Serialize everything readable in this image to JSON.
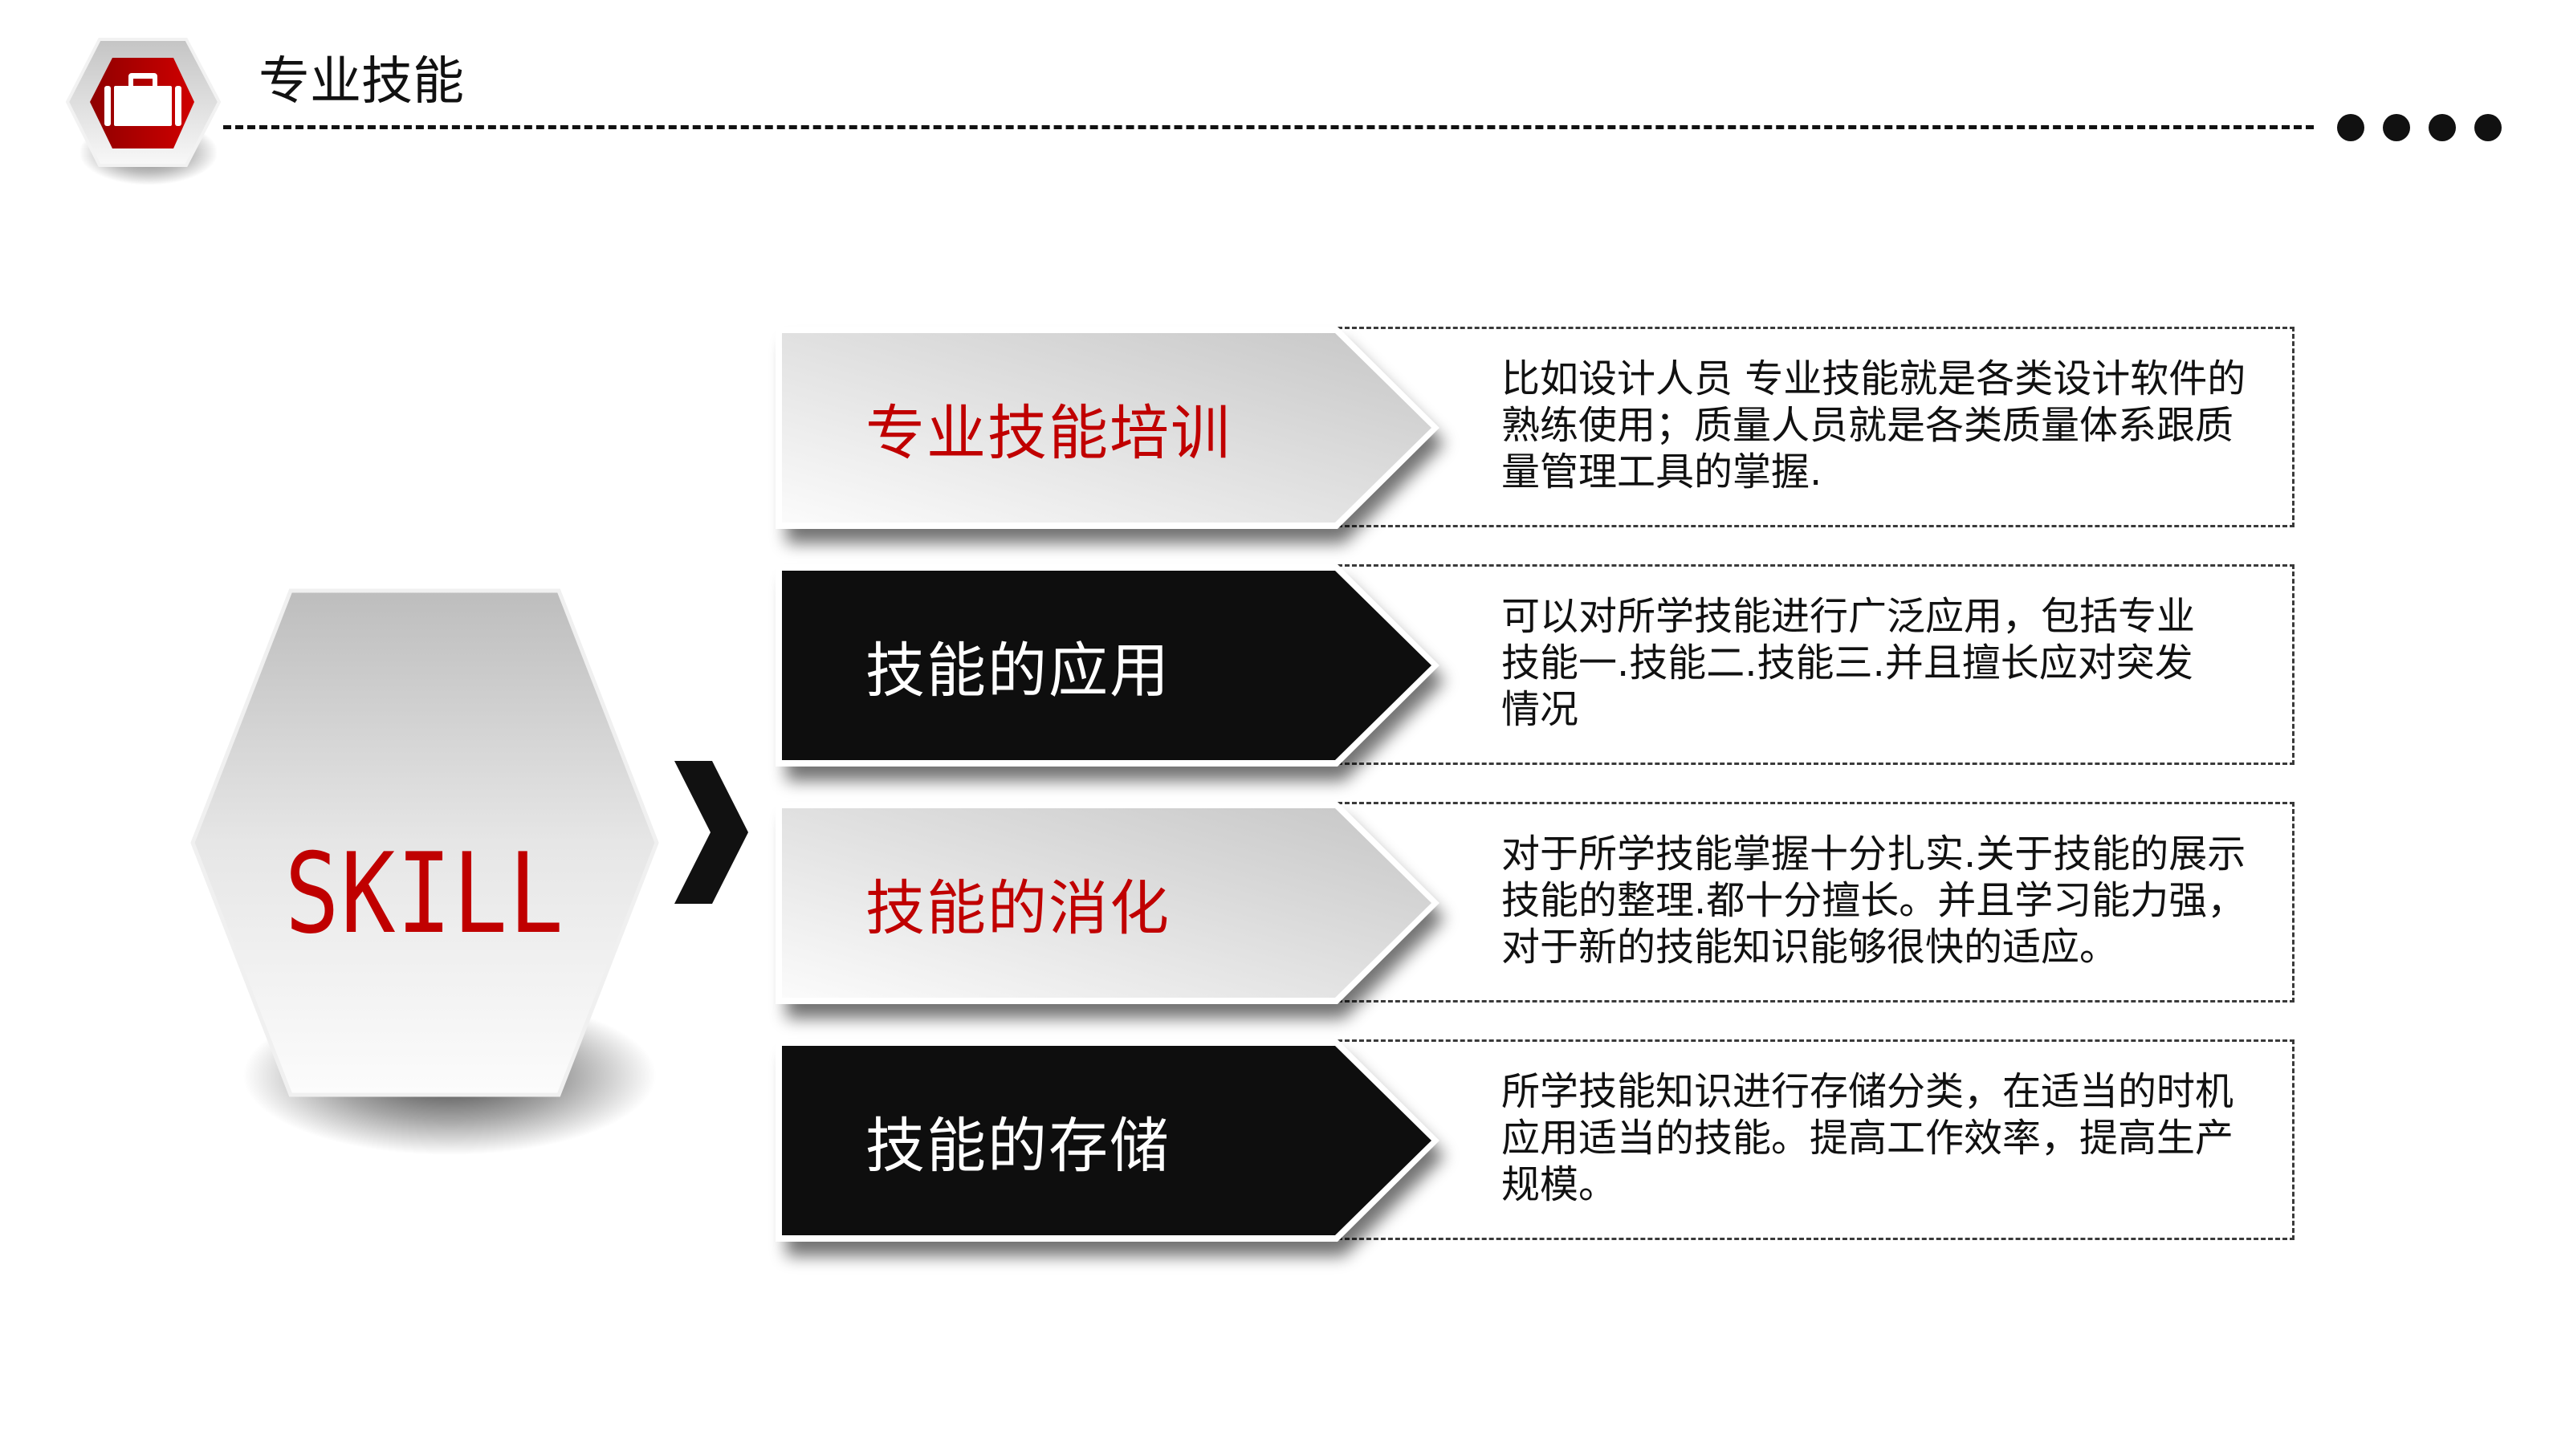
{
  "header": {
    "title": "专业技能",
    "icon": "briefcase-icon",
    "dots_count": 4
  },
  "center": {
    "label": "SKILL",
    "chevron_icon": "chevron-right-icon"
  },
  "colors": {
    "accent_red": "#c00000",
    "dark": "#0e0e0e",
    "light_gradient_top": "#c8c8c8",
    "light_gradient_bottom": "#fafafa",
    "dash": "#3a3a3a"
  },
  "items": [
    {
      "label": "专业技能培训",
      "style": "light",
      "description": [
        "比如设计人员 专业技能就是各类设计软件的",
        "熟练使用；质量人员就是各类质量体系跟质",
        "量管理工具的掌握."
      ]
    },
    {
      "label": "技能的应用",
      "style": "dark",
      "description": [
        "可以对所学技能进行广泛应用，包括专业",
        "技能一.技能二.技能三.并且擅长应对突发",
        "情况"
      ]
    },
    {
      "label": "技能的消化",
      "style": "light",
      "description": [
        "对于所学技能掌握十分扎实.关于技能的展示",
        "技能的整理.都十分擅长。并且学习能力强，",
        "对于新的技能知识能够很快的适应。"
      ]
    },
    {
      "label": "技能的存储",
      "style": "dark",
      "description": [
        "所学技能知识进行存储分类，在适当的时机",
        "应用适当的技能。提高工作效率，提高生产",
        "规模。"
      ]
    }
  ]
}
